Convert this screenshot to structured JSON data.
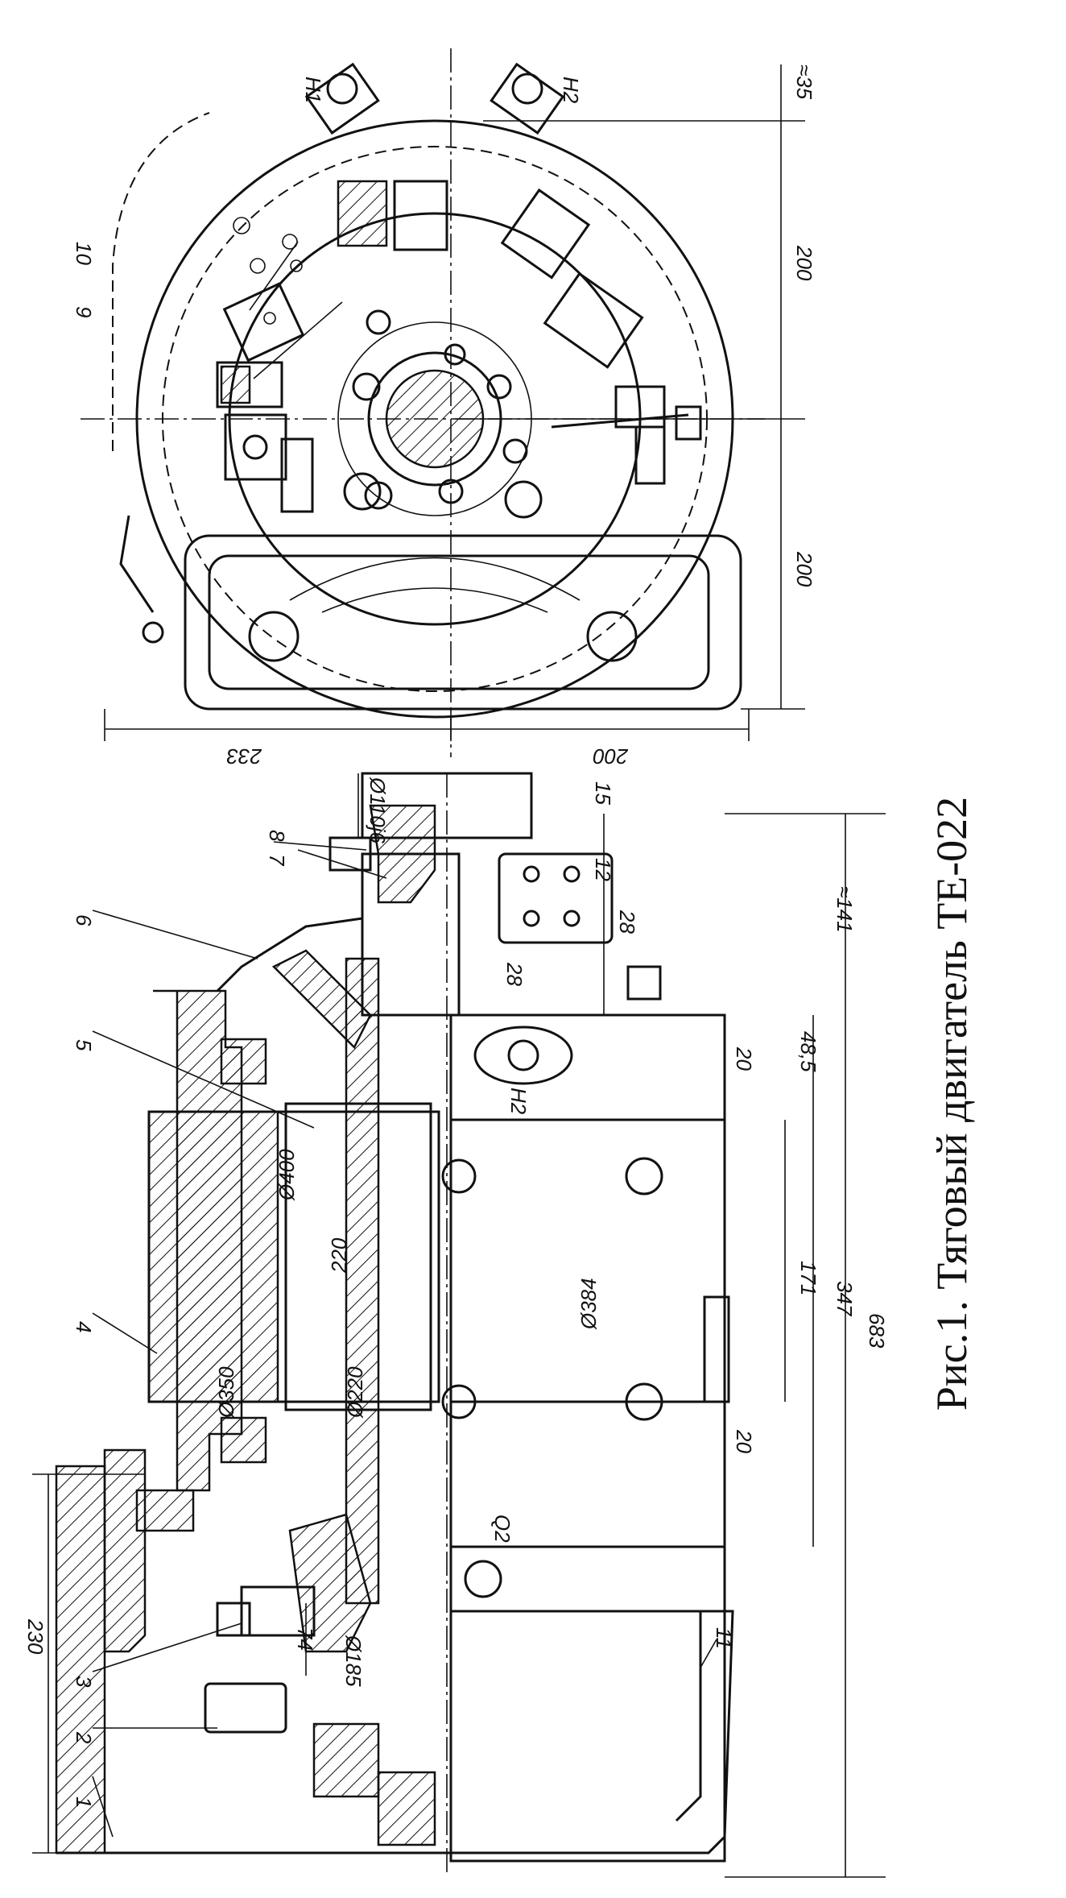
{
  "caption": "Рис.1. Тяговый двигатель ТЕ-022",
  "part_callouts": [
    "1",
    "2",
    "3",
    "4",
    "5",
    "6",
    "7",
    "8",
    "9",
    "10",
    "11"
  ],
  "dimensions": {
    "d_110j6": "Ø110j6",
    "len_15": "15",
    "len_12": "12",
    "len_28a": "28",
    "len_28b": "28",
    "len_141": "≈141",
    "len_20a": "20",
    "len_48_5": "48,5",
    "len_171": "171",
    "len_347": "347",
    "len_683": "683",
    "d_384": "Ø384",
    "len_20b": "20",
    "d_400": "Ø400",
    "len_220": "220",
    "d_350": "Ø350",
    "d_220": "Ø220",
    "len_230": "230",
    "len_74": "74",
    "d_185": "Ø185",
    "end_35": "≈35",
    "end_200a": "200",
    "end_200b": "200",
    "end_233": "233",
    "end_200c": "200"
  },
  "terminal_marks": {
    "h1": "H1",
    "h2_top": "H2",
    "h2_side": "H2",
    "q2": "Q2"
  }
}
